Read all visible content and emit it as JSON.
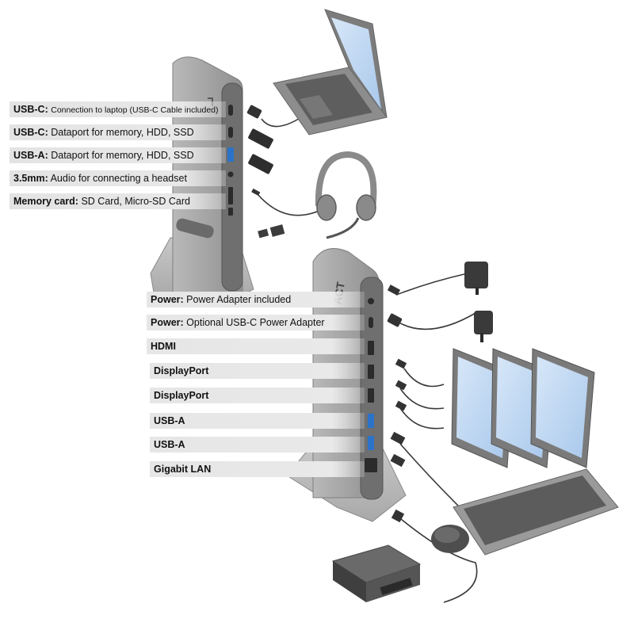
{
  "top_dock": {
    "ports": [
      {
        "name": "USB-C:",
        "desc": "Connection to laptop (USB-C Cable included)",
        "small": true
      },
      {
        "name": "USB-C:",
        "desc": "Dataport for memory, HDD, SSD",
        "small": false
      },
      {
        "name": "USB-A:",
        "desc": "Dataport for memory, HDD, SSD",
        "small": false
      },
      {
        "name": "3.5mm:",
        "desc": "Audio for connecting a headset",
        "small": false
      },
      {
        "name": "Memory card:",
        "desc": "SD Card, Micro-SD Card",
        "small": false
      }
    ]
  },
  "bottom_dock": {
    "logo": "ACT",
    "ports": [
      {
        "name": "Power:",
        "desc": "Power Adapter included"
      },
      {
        "name": "Power:",
        "desc": "Optional USB-C Power Adapter"
      },
      {
        "name": "HDMI",
        "desc": ""
      },
      {
        "name": "DisplayPort",
        "desc": ""
      },
      {
        "name": "DisplayPort",
        "desc": ""
      },
      {
        "name": "USB-A",
        "desc": ""
      },
      {
        "name": "USB-A",
        "desc": ""
      },
      {
        "name": "Gigabit LAN",
        "desc": ""
      }
    ]
  },
  "colors": {
    "dock_body": "#9b9b9b",
    "dock_front": "#6f6f6f",
    "usb3_port": "#2a73c9",
    "screen": "#bcd6f2",
    "cable": "#3a3a3a"
  }
}
